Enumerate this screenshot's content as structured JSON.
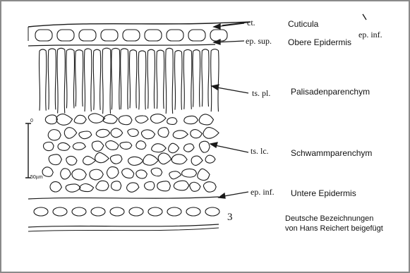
{
  "abbreviations": {
    "ct": "ct.",
    "ep_inf_top": "ep. inf.",
    "ep_sup": "ep. sup.",
    "ts_pl": "ts. pl.",
    "ts_lc": "ts. lc.",
    "ep_inf": "ep. inf."
  },
  "german_labels": {
    "cuticula": "Cuticula",
    "obere_epidermis": "Obere Epidermis",
    "palisaden": "Palisadenparenchym",
    "schwamm": "Schwammparenchym",
    "untere_epidermis": "Untere Epidermis"
  },
  "scale_bar": {
    "top": "0",
    "bottom": "50µm"
  },
  "figure_number": "3",
  "note": {
    "line1": "Deutsche Bezeichnungen",
    "line2": "von Hans Reichert beigefügt"
  },
  "colors": {
    "ink": "#1a1a1a",
    "frame": "#8a8a8a"
  }
}
